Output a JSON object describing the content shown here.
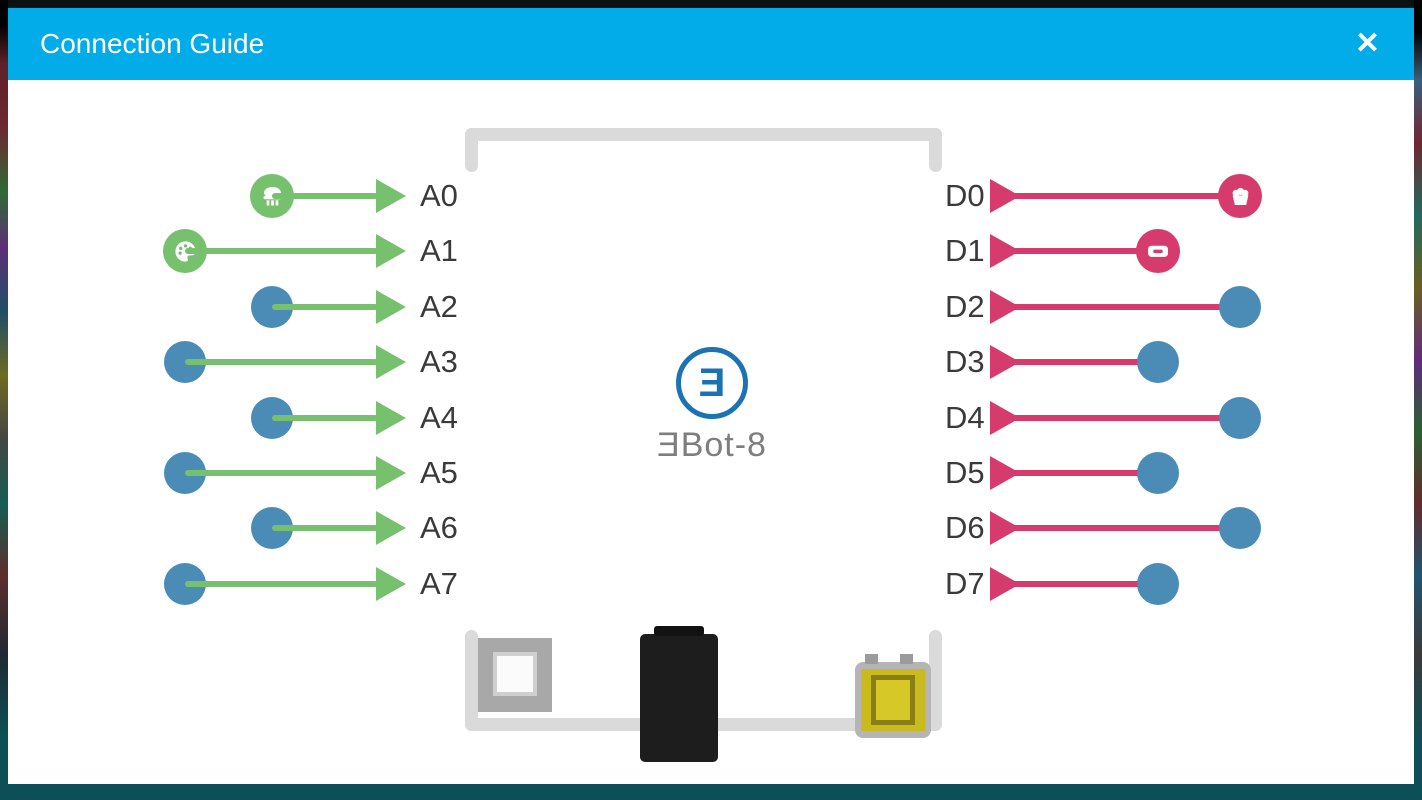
{
  "window": {
    "title": "Connection Guide",
    "close_icon": "✕"
  },
  "board": {
    "name": "ƎBot-8",
    "logo_letter": "Ǝ"
  },
  "colors": {
    "header_bg": "#01ace9",
    "analog": "#77c16e",
    "digital": "#d63b6e",
    "node_blue": "#4a8cb5",
    "logo_blue": "#1b73b4",
    "footer_bg": "#0c4f57"
  },
  "pins": {
    "analog": [
      {
        "label": "A0",
        "device": "potentiometer"
      },
      {
        "label": "A1",
        "device": "palette"
      },
      {
        "label": "A2",
        "device": "none"
      },
      {
        "label": "A3",
        "device": "none"
      },
      {
        "label": "A4",
        "device": "none"
      },
      {
        "label": "A5",
        "device": "none"
      },
      {
        "label": "A6",
        "device": "none"
      },
      {
        "label": "A7",
        "device": "none"
      }
    ],
    "digital": [
      {
        "label": "D0",
        "device": "bowl"
      },
      {
        "label": "D1",
        "device": "led-module"
      },
      {
        "label": "D2",
        "device": "none"
      },
      {
        "label": "D3",
        "device": "none"
      },
      {
        "label": "D4",
        "device": "none"
      },
      {
        "label": "D5",
        "device": "none"
      },
      {
        "label": "D6",
        "device": "none"
      },
      {
        "label": "D7",
        "device": "none"
      }
    ]
  }
}
